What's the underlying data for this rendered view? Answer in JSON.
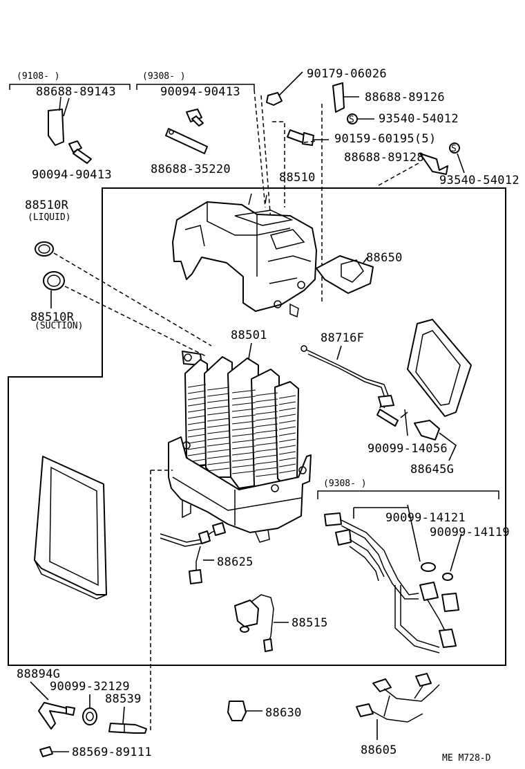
{
  "diagram_code": "ME  M728-D",
  "brackets": {
    "b9108": "(9108-      )",
    "b9308_top": "(9308-      )",
    "b9308_lower": "(9308-      )"
  },
  "labels": {
    "p88688_89143": "88688-89143",
    "p90094_90413_a": "90094-90413",
    "p90094_90413_b": "90094-90413",
    "p88688_35220": "88688-35220",
    "p90179_06026": "90179-06026",
    "p88688_89126": "88688-89126",
    "p93540_54012_a": "93540-54012",
    "p90159_60195": "90159-60195(5)",
    "p88688_89128": "88688-89128",
    "p93540_54012_b": "93540-54012",
    "p88510": "88510",
    "p88510R_liquid": "88510R",
    "liquid": "(LIQUID)",
    "p88510R_suction": "88510R",
    "suction": "(SUCTION)",
    "p88650": "88650",
    "p88501": "88501",
    "p88716F": "88716F",
    "p90099_14056": "90099-14056",
    "p88645G": "88645G",
    "p90099_14121": "90099-14121",
    "p90099_14119": "90099-14119",
    "p88625": "88625",
    "p88515": "88515",
    "p88894G": "88894G",
    "p90099_32129": "90099-32129",
    "p88539": "88539",
    "p88630": "88630",
    "p88569_89111": "88569-89111",
    "p88605": "88605"
  }
}
